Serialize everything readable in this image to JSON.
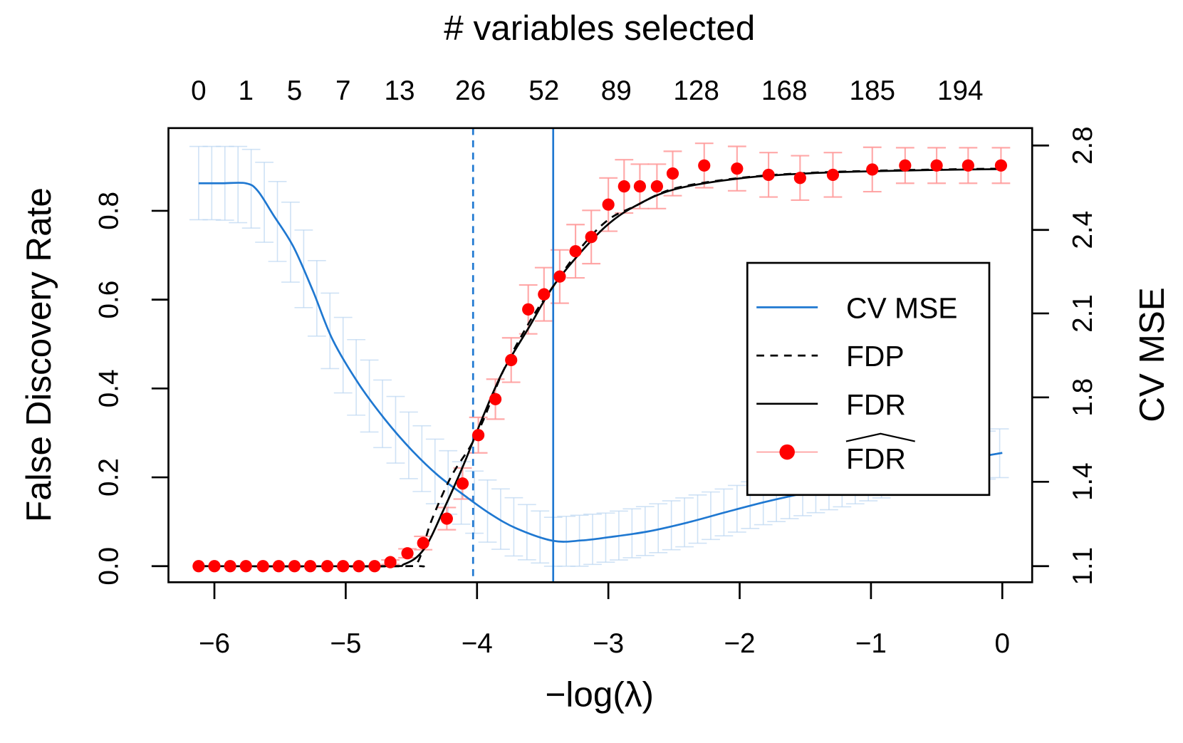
{
  "chart_data": {
    "type": "line",
    "title": "",
    "top_axis": {
      "label": "# variables selected",
      "ticks": [
        {
          "x": -6.12,
          "label": "0"
        },
        {
          "x": -5.76,
          "label": "1"
        },
        {
          "x": -5.39,
          "label": "5"
        },
        {
          "x": -5.02,
          "label": "7"
        },
        {
          "x": -4.59,
          "label": "13"
        },
        {
          "x": -4.05,
          "label": "26"
        },
        {
          "x": -3.49,
          "label": "52"
        },
        {
          "x": -2.94,
          "label": "89"
        },
        {
          "x": -2.33,
          "label": "128"
        },
        {
          "x": -1.66,
          "label": "168"
        },
        {
          "x": -0.99,
          "label": "185"
        },
        {
          "x": -0.32,
          "label": "194"
        }
      ]
    },
    "xlabel": "−log(λ)",
    "ylabel": "False Discovery Rate",
    "ylabel_right": "CV MSE",
    "xlim": [
      -6.35,
      0.23
    ],
    "ylim": [
      -0.04,
      0.98
    ],
    "ylim_right": [
      1.04,
      2.78
    ],
    "xticks": [
      {
        "value": -6,
        "label": "−6"
      },
      {
        "value": -5,
        "label": "−5"
      },
      {
        "value": -4,
        "label": "−4"
      },
      {
        "value": -3,
        "label": "−3"
      },
      {
        "value": -2,
        "label": "−2"
      },
      {
        "value": -1,
        "label": "−1"
      },
      {
        "value": 0,
        "label": "0"
      }
    ],
    "yticks_left": [
      {
        "value": 0.0,
        "label": "0.0"
      },
      {
        "value": 0.2,
        "label": "0.2"
      },
      {
        "value": 0.4,
        "label": "0.4"
      },
      {
        "value": 0.6,
        "label": "0.6"
      },
      {
        "value": 0.8,
        "label": "0.8"
      }
    ],
    "yticks_right": [
      {
        "left_equiv": 0.0,
        "label": "1.1"
      },
      {
        "left_equiv": 0.19,
        "label": "1.4"
      },
      {
        "left_equiv": 0.38,
        "label": "1.8"
      },
      {
        "left_equiv": 0.569,
        "label": "2.1"
      },
      {
        "left_equiv": 0.757,
        "label": "2.4"
      },
      {
        "left_equiv": 0.947,
        "label": "2.8"
      }
    ],
    "grid": false,
    "vlines": [
      {
        "x": -4.03,
        "style": "dashed",
        "color": "#1f78d1",
        "name": "lambda.1se"
      },
      {
        "x": -3.42,
        "style": "solid",
        "color": "#1f78d1",
        "name": "lambda.min"
      }
    ],
    "legend": {
      "position": "right-center",
      "entries": [
        {
          "label": "CV MSE",
          "style": "solid",
          "color": "#1f78d1"
        },
        {
          "label": "FDP",
          "style": "dashed",
          "color": "#000000"
        },
        {
          "label": "FDR",
          "style": "solid",
          "color": "#000000"
        },
        {
          "label": "FDR",
          "hat": true,
          "style": "point",
          "color": "#ff0000"
        }
      ]
    },
    "series": [
      {
        "name": "CV MSE",
        "axis": "right",
        "color": "#1f78d1",
        "x": [
          -6.12,
          -5.94,
          -5.76,
          -5.67,
          -5.55,
          -5.4,
          -5.25,
          -5.1,
          -4.9,
          -4.7,
          -4.5,
          -4.3,
          -4.1,
          -3.9,
          -3.7,
          -3.42,
          -3.2,
          -3.0,
          -2.7,
          -2.4,
          -2.1,
          -1.8,
          -1.5,
          -1.2,
          -0.9,
          -0.6,
          -0.3,
          0.0
        ],
        "values_left_equiv": [
          0.862,
          0.862,
          0.862,
          0.845,
          0.79,
          0.72,
          0.62,
          0.51,
          0.41,
          0.33,
          0.262,
          0.205,
          0.16,
          0.118,
          0.085,
          0.057,
          0.058,
          0.065,
          0.078,
          0.098,
          0.122,
          0.145,
          0.165,
          0.185,
          0.205,
          0.223,
          0.24,
          0.255
        ],
        "err_low_left_equiv": [
          0.78,
          0.78,
          0.77,
          0.75,
          0.7,
          0.63,
          0.54,
          0.43,
          0.33,
          0.26,
          0.19,
          0.135,
          0.09,
          0.05,
          0.02,
          0.0,
          0.0,
          0.01,
          0.025,
          0.045,
          0.07,
          0.095,
          0.115,
          0.135,
          0.155,
          0.175,
          0.19,
          0.2
        ],
        "err_high_left_equiv": [
          0.945,
          0.945,
          0.945,
          0.93,
          0.88,
          0.81,
          0.71,
          0.6,
          0.5,
          0.41,
          0.34,
          0.28,
          0.23,
          0.19,
          0.15,
          0.11,
          0.115,
          0.12,
          0.135,
          0.155,
          0.175,
          0.2,
          0.22,
          0.24,
          0.26,
          0.28,
          0.295,
          0.31
        ]
      },
      {
        "name": "FDP",
        "axis": "left",
        "style": "dashed",
        "color": "#000000",
        "x": [
          -6.12,
          -4.55,
          -4.45,
          -4.35,
          -4.2,
          -4.05,
          -3.95,
          -3.8,
          -3.6,
          -3.42,
          -3.2,
          -3.0,
          -2.8,
          -2.5,
          -2.0,
          -1.5,
          -1.0,
          -0.5,
          0.0
        ],
        "values": [
          0.0,
          0.0,
          0.01,
          0.1,
          0.2,
          0.27,
          0.33,
          0.44,
          0.55,
          0.63,
          0.72,
          0.78,
          0.81,
          0.85,
          0.874,
          0.885,
          0.89,
          0.893,
          0.895
        ]
      },
      {
        "name": "FDR",
        "axis": "left",
        "style": "solid",
        "color": "#000000",
        "x": [
          -6.12,
          -4.75,
          -4.55,
          -4.4,
          -4.25,
          -4.1,
          -3.95,
          -3.8,
          -3.6,
          -3.42,
          -3.2,
          -3.0,
          -2.8,
          -2.5,
          -2.0,
          -1.5,
          -1.0,
          -0.5,
          0.0
        ],
        "values": [
          0.0,
          0.0,
          0.005,
          0.04,
          0.13,
          0.23,
          0.34,
          0.44,
          0.54,
          0.63,
          0.71,
          0.77,
          0.81,
          0.848,
          0.873,
          0.884,
          0.889,
          0.892,
          0.894
        ]
      },
      {
        "name": "FDR-hat",
        "axis": "left",
        "style": "points-with-errorbars",
        "color": "#ff0000",
        "x": [
          -6.12,
          -6.0,
          -5.88,
          -5.76,
          -5.63,
          -5.51,
          -5.39,
          -5.27,
          -5.14,
          -5.02,
          -4.9,
          -4.78,
          -4.66,
          -4.53,
          -4.41,
          -4.23,
          -4.11,
          -3.99,
          -3.86,
          -3.74,
          -3.61,
          -3.49,
          -3.37,
          -3.25,
          -3.13,
          -3.0,
          -2.88,
          -2.76,
          -2.63,
          -2.51,
          -2.27,
          -2.02,
          -1.78,
          -1.54,
          -1.29,
          -0.99,
          -0.74,
          -0.5,
          -0.26,
          -0.01
        ],
        "values": [
          0.0,
          0.0,
          0.0,
          0.0,
          0.0,
          0.0,
          0.0,
          0.0,
          0.0,
          0.0,
          0.0,
          0.0,
          0.009,
          0.029,
          0.052,
          0.107,
          0.186,
          0.295,
          0.376,
          0.464,
          0.578,
          0.612,
          0.652,
          0.709,
          0.741,
          0.814,
          0.855,
          0.855,
          0.855,
          0.884,
          0.902,
          0.895,
          0.881,
          0.874,
          0.881,
          0.893,
          0.902,
          0.902,
          0.902,
          0.902
        ],
        "err_half_width": [
          0.0,
          0.0,
          0.0,
          0.0,
          0.0,
          0.0,
          0.0,
          0.0,
          0.0,
          0.0,
          0.0,
          0.0,
          0.005,
          0.01,
          0.015,
          0.025,
          0.035,
          0.04,
          0.045,
          0.05,
          0.055,
          0.06,
          0.06,
          0.06,
          0.06,
          0.06,
          0.06,
          0.05,
          0.05,
          0.05,
          0.05,
          0.05,
          0.05,
          0.05,
          0.05,
          0.05,
          0.04,
          0.04,
          0.04,
          0.04
        ]
      }
    ]
  },
  "labels": {
    "top_title": "# variables selected",
    "xlabel": "−log(λ)",
    "ylabel": "False Discovery Rate",
    "ylabel_right": "CV MSE",
    "legend_cv": "CV MSE",
    "legend_fdp": "FDP",
    "legend_fdr": "FDR",
    "legend_fdrhat": "FDR"
  }
}
